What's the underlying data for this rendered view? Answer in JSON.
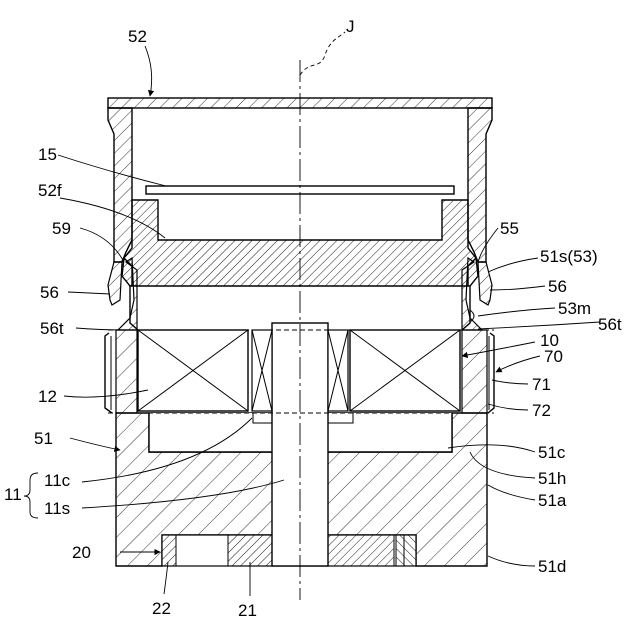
{
  "labels": {
    "l52": "52",
    "lJ": "J",
    "l15": "15",
    "l52f": "52f",
    "l59": "59",
    "l55": "55",
    "l51s": "51s(53)",
    "l56L": "56",
    "l56R": "56",
    "l53m": "53m",
    "l56tL": "56t",
    "l56tR": "56t",
    "l10": "10",
    "l70": "70",
    "l12": "12",
    "l71": "71",
    "l72": "72",
    "l51": "51",
    "l51c": "51c",
    "l51h": "51h",
    "l11": "11",
    "l11c": "11c",
    "l11s": "11s",
    "l51a": "51a",
    "l20": "20",
    "l51d": "51d",
    "l22": "22",
    "l21": "21"
  }
}
